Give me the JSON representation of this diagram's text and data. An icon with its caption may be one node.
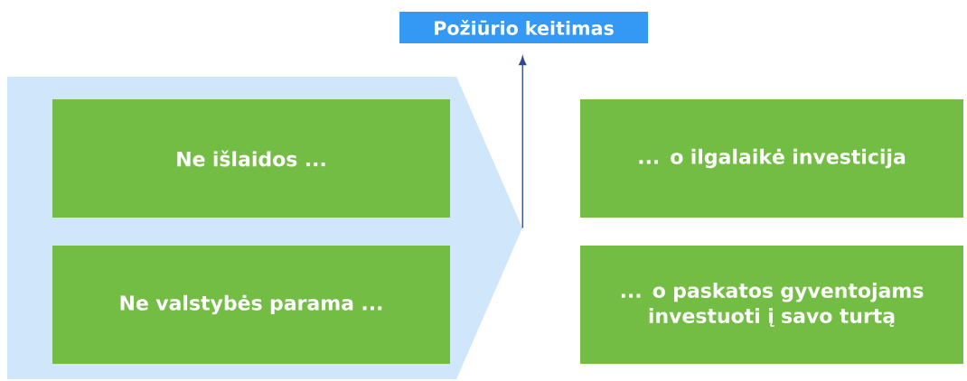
{
  "diagram": {
    "nodes": [
      {
        "text": [
          "Požiūrio keitimas"
        ]
      },
      {
        "text": [],
        "shape": "chevron"
      },
      {
        "text": [
          "Ne išlaidos ..."
        ],
        "in": 1
      },
      {
        "text": [
          "Ne valstybės parama ..."
        ],
        "in": 1
      },
      {
        "text": [
          "... o ilgalaikė investicija"
        ]
      },
      {
        "text": [
          "... o paskatos gyventojams investuoti į savo turtą"
        ]
      }
    ],
    "edges": [
      {
        "from": 1,
        "to": 0,
        "arrow": "to"
      }
    ]
  }
}
